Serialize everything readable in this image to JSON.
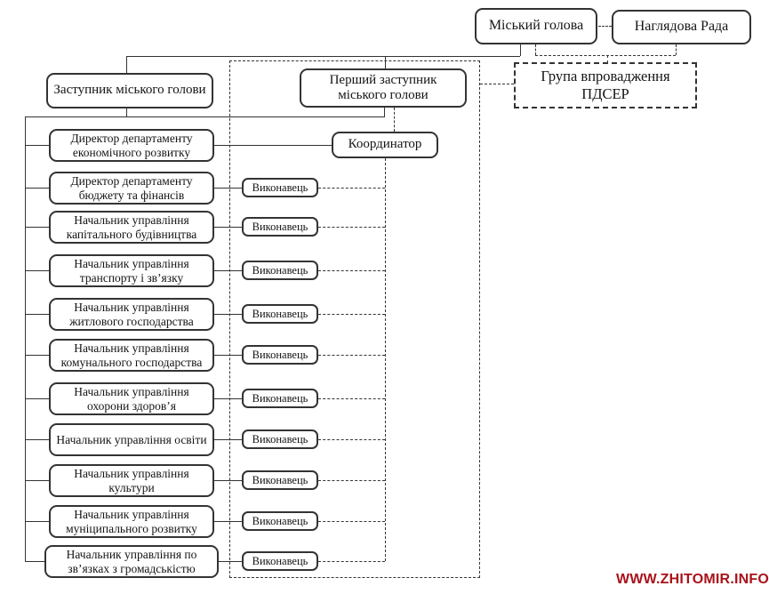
{
  "org": {
    "mayor": "Міський голова",
    "supervisory_board": "Наглядова Рада",
    "implementation_group": "Група впровадження ПДСЕР",
    "deputy_mayor": "Заступник міського голови",
    "first_deputy_mayor": "Перший заступник міського голови",
    "coordinator": "Координатор",
    "executor_label": "Виконавець",
    "executor_count": 10,
    "left_units": [
      "Директор департаменту економічного розвитку",
      "Директор департаменту бюджету та фінансів",
      "Начальник управління капітального будівництва",
      "Начальник управління транспорту і зв’язку",
      "Начальник управління житлового господарства",
      "Начальник управління комунального господарства",
      "Начальник управління охорони здоров’я",
      "Начальник управління освіти",
      "Начальник управління культури",
      "Начальник управління муніципального розвитку",
      "Начальник управління по зв’язках з громадськістю"
    ]
  },
  "watermark": {
    "text": "WWW.ZHITOMIR.INFO",
    "color": "#a9121a"
  },
  "colors": {
    "line": "#333333",
    "background": "#ffffff"
  }
}
